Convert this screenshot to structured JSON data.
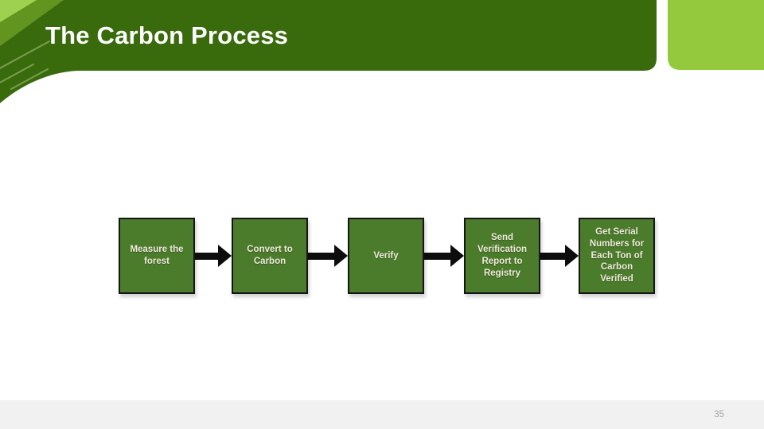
{
  "header": {
    "title": "The Carbon Process"
  },
  "diagram": {
    "type": "flowchart",
    "direction": "left-to-right",
    "steps": [
      "Measure the forest",
      "Convert to Carbon",
      "Verify",
      "Send Verification Report to Registry",
      "Get Serial Numbers for Each Ton of Carbon Verified"
    ]
  },
  "footer": {
    "page_number": "35"
  },
  "colors": {
    "header_dark_green": "#396b0c",
    "accent_light_green": "#94c83d",
    "accent_corner_light": "#9ed150",
    "accent_corner_mid": "#61951f",
    "process_box_green": "#4b7c2c",
    "process_box_border": "#161616",
    "process_box_text": "#efead9",
    "arrow_black": "#0d0d0d",
    "footer_gray": "#f1f1f1",
    "page_number_gray": "#a6a6a6",
    "title_white": "#fefefe"
  }
}
